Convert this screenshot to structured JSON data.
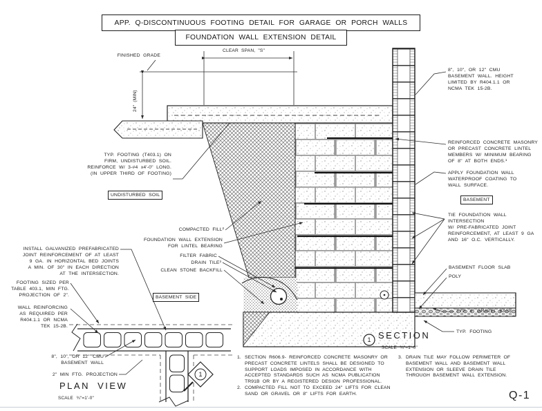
{
  "sheet": {
    "number": "Q-1"
  },
  "titles": {
    "line1": "APP. Q-DISCONTINUOUS FOOTING DETAIL FOR GARAGE OR PORCH WALLS",
    "line2": "FOUNDATION WALL EXTENSION DETAIL"
  },
  "section_view": {
    "marker": {
      "number": "1",
      "title": "SECTION",
      "scale": "SCALE ¾\"=1'-0\""
    },
    "dimensions": {
      "clear_span": "CLEAR SPAN, \"S\"",
      "grade_depth": "24\" (MIN)"
    },
    "labels_left": {
      "finished_grade": "FINISHED GRADE",
      "typ_footing": "TYP. FOOTING (T403.1) ON\nFIRM, UNDISTURBED SOIL.\nREINFORCE W/ 3-#4 x4'-0\" LONG.\n(IN UPPER THIRD OF FOOTING)",
      "undisturbed_soil": "UNDISTURBED SOIL",
      "compacted_fill": "COMPACTED FILL²",
      "wall_extension": "FOUNDATION WALL EXTENSION\nFOR LINTEL BEARING",
      "filter_fabric": "FILTER FABRIC",
      "drain_tile": "DRAIN TILE³",
      "clean_stone": "CLEAN STONE BACKFILL"
    },
    "labels_right": {
      "cmu_wall": "8\", 10\", OR 12\" CMU\nBASEMENT WALL. HEIGHT\nLIMITED BY R404.1.1 OR\nNCMA TEK 15-2B.",
      "lintel": "REINFORCED CONCRETE MASONRY\nOR PRECAST CONCRETE LINTEL\nMEMBERS W/ MINIMUM BEARING\nOF 8\" AT BOTH ENDS.¹",
      "waterproof": "APPLY FOUNDATION WALL\nWATERPROOF COATING TO\nWALL SURFACE.",
      "basement": "BASEMENT",
      "tie_reinforcement": "TIE FOUNDATION WALL INTERSECTION\nW/ PRE-FABRICATED JOINT\nREINFORCEMENT, AT LEAST 9 GA\nAND 16\" O.C. VERTICALLY.",
      "floor_slab": "BASEMENT FLOOR SLAB",
      "poly": "POLY",
      "gravel_base": "TYP. 4\" GRAVEL BASE",
      "typ_footing": "TYP. FOOTING"
    }
  },
  "plan_view": {
    "title": "PLAN VIEW",
    "scale": "SCALE ¾\"=1'-0\"",
    "marker_number": "1",
    "labels": {
      "install_joint_reinforcement": "INSTALL GALVANIZED PREFABRICATED\nJOINT REINFORCEMENT OF AT LEAST\n9 GA. IN HORIZONTAL BED JOINTS\nA MIN. OF 30\" IN EACH DIRECTION\nAT THE INTERSECTION.",
      "footing_sized": "FOOTING SIZED PER\nTABLE 403.1, MIN FTG.\nPROJECTION OF 2\".",
      "wall_reinforcing": "WALL REINFORCING\nAS REQUIRED PER\nR404.1.1 OR NCMA\nTEK 15-2B.",
      "basement_side": "BASEMENT SIDE",
      "cmu_wall": "8\", 10\", OR 12\" CMU\nBASEMENT WALL",
      "ftg_projection": "2\" MIN FTG. PROJECTION"
    }
  },
  "notes": [
    {
      "num": "1.",
      "text": "SECTION R606.9- REINFORCED CONCRETE MASONRY OR PRECAST CONCRETE LINTELS SHALL BE DESIGNED TO SUPPORT LOADS IMPOSED IN ACCORDANCE WITH ACCEPTED STANDARDS SUCH AS NCMA PUBLICATION TR91B OR BY A REGISTERED DESIGN PROFESSIONAL."
    },
    {
      "num": "2.",
      "text": "COMPACTED FILL NOT TO EXCEED 24\" LIFTS FOR CLEAN SAND OR GRAVEL OR 8\" LIFTS FOR EARTH."
    },
    {
      "num": "3.",
      "text": "DRAIN TILE MAY FOLLOW PERIMETER OF BASEMENT WALL AND BASEMENT WALL EXTENSION OR SLEEVE DRAIN TILE THROUGH BASEMENT WALL EXTENSION."
    }
  ]
}
